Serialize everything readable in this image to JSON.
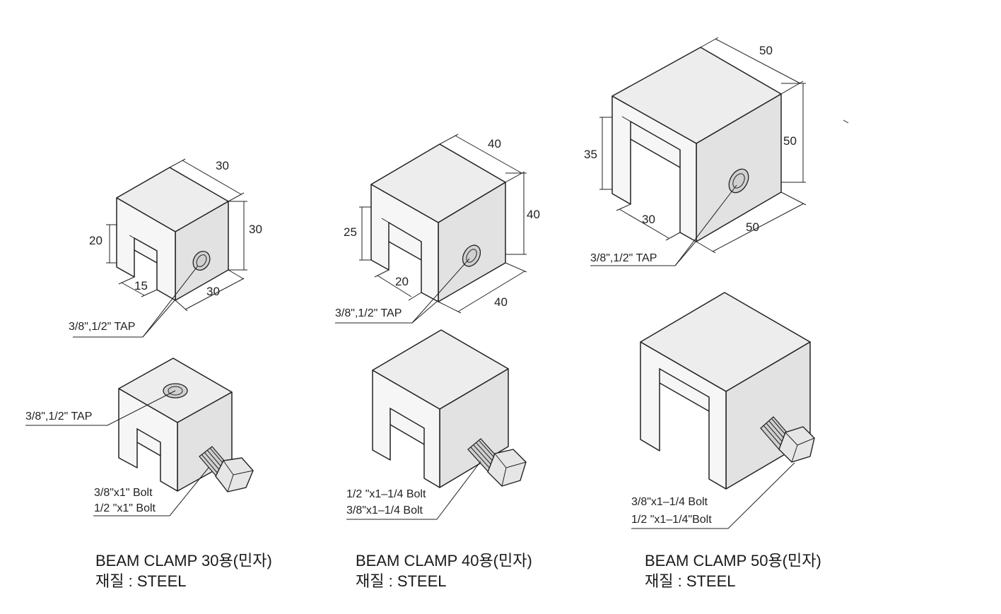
{
  "clamps": [
    {
      "caption": "BEAM CLAMP 30용(민자)",
      "material": "재질 : STEEL",
      "dims": {
        "top": "30",
        "height": "30",
        "depth": "30",
        "slot_h": "20",
        "slot_w": "15"
      },
      "tap_top": "3/8\",1/2\" TAP",
      "tap_bottom": "3/8\",1/2\" TAP",
      "bolt_1": "3/8\"x1\"  Bolt",
      "bolt_2": "1/2 \"x1\" Bolt"
    },
    {
      "caption": "BEAM CLAMP 40용(민자)",
      "material": "재질 : STEEL",
      "dims": {
        "top": "40",
        "height": "40",
        "depth": "40",
        "slot_h": "25",
        "slot_w": "20"
      },
      "tap_top": "3/8\",1/2\" TAP",
      "bolt_1": "1/2 \"x1–1/4 Bolt",
      "bolt_2": "3/8\"x1–1/4 Bolt"
    },
    {
      "caption": "BEAM CLAMP 50용(민자)",
      "material": "재질 : STEEL",
      "dims": {
        "top": "50",
        "height": "50",
        "depth": "50",
        "slot_h": "35",
        "slot_w": "30"
      },
      "tap_top": "3/8\",1/2\" TAP",
      "bolt_1": "3/8\"x1–1/4  Bolt",
      "bolt_2": "1/2 \"x1–1/4\"Bolt"
    }
  ]
}
